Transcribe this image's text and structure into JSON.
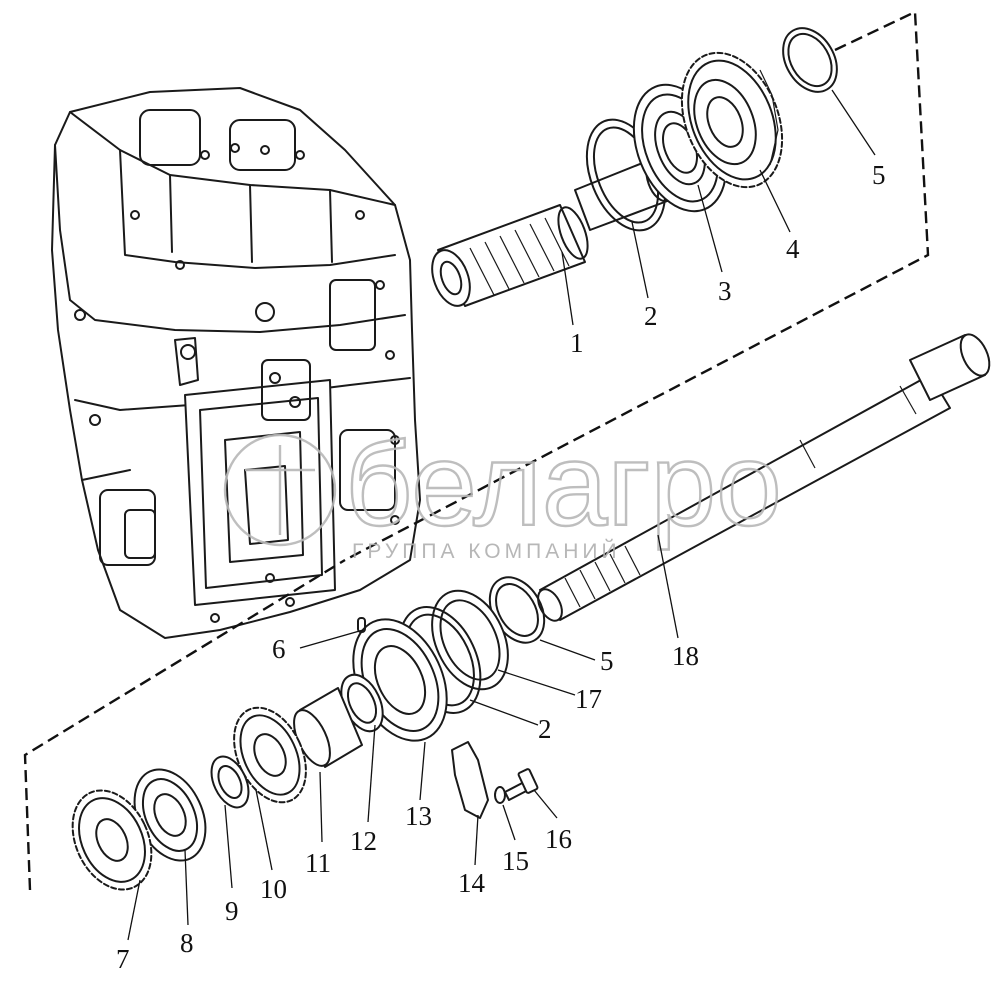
{
  "watermark": {
    "brand": "белагро",
    "tagline": "ГРУППА КОМПАНИЙ"
  },
  "callouts": [
    {
      "id": "c1",
      "label": "1"
    },
    {
      "id": "c2a",
      "label": "2"
    },
    {
      "id": "c3",
      "label": "3"
    },
    {
      "id": "c4",
      "label": "4"
    },
    {
      "id": "c5a",
      "label": "5"
    },
    {
      "id": "c6",
      "label": "6"
    },
    {
      "id": "c5b",
      "label": "5"
    },
    {
      "id": "c17",
      "label": "17"
    },
    {
      "id": "c18",
      "label": "18"
    },
    {
      "id": "c2b",
      "label": "2"
    },
    {
      "id": "c12",
      "label": "12"
    },
    {
      "id": "c13",
      "label": "13"
    },
    {
      "id": "c11",
      "label": "11"
    },
    {
      "id": "c10",
      "label": "10"
    },
    {
      "id": "c9",
      "label": "9"
    },
    {
      "id": "c8",
      "label": "8"
    },
    {
      "id": "c7",
      "label": "7"
    },
    {
      "id": "c14",
      "label": "14"
    },
    {
      "id": "c15",
      "label": "15"
    },
    {
      "id": "c16",
      "label": "16"
    }
  ]
}
